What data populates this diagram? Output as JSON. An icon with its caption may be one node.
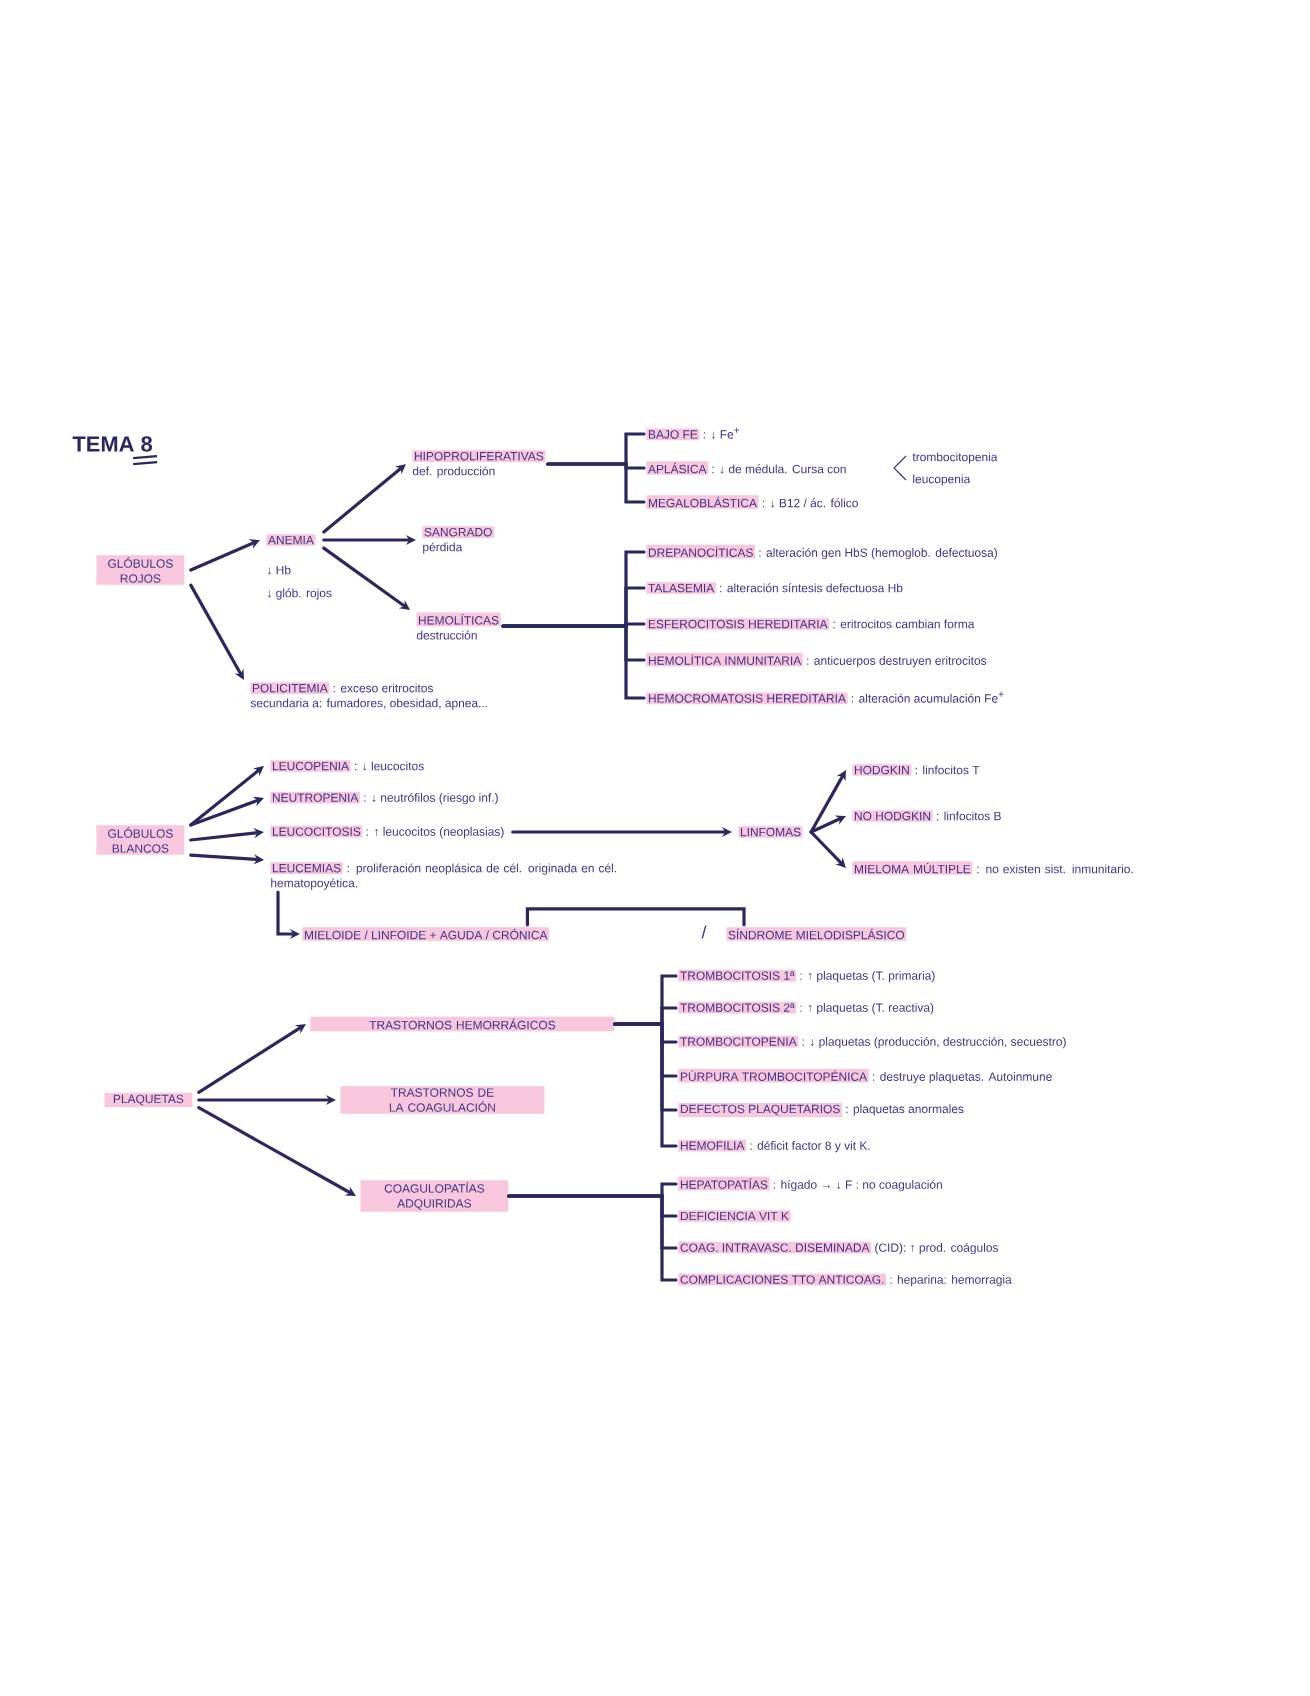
{
  "diagram": {
    "title": "TEMA 8",
    "nodes": [
      {
        "text": [
          "GLÓBULOS ROJOS"
        ]
      },
      {
        "text": [
          "ANEMIA"
        ],
        "beside": [
          "↓ Hb",
          "↓ glób. rojos"
        ]
      },
      {
        "text": [
          "HIPOPROLIFERATIVAS",
          "def. producción"
        ]
      },
      {
        "text": [
          "SANGRADO",
          "pérdida"
        ]
      },
      {
        "text": [
          "HEMOLÍTICAS",
          "destrucción"
        ]
      },
      {
        "text": [
          "POLICITEMIA",
          ": exceso eritrocitos",
          "secundaria a: fumadores, obesidad, apnea..."
        ]
      },
      {
        "text": [
          "BAJO FE",
          ": ↓ Fe$^{+}$"
        ]
      },
      {
        "text": [
          "APLÁSICA",
          ": ↓ de médula. Cursa con"
        ],
        "beside": [
          "trombocitopenia",
          "leucopenia"
        ]
      },
      {
        "text": [
          "MEGALOBLÁSTICA",
          ": ↓ B12 / ác. fólico"
        ]
      },
      {
        "text": [
          "DREPANOCÍTICAS",
          ": alteración gen HbS (hemoglob. defectuosa)"
        ]
      },
      {
        "text": [
          "TALASEMIA",
          ": alteración síntesis defectuosa Hb"
        ]
      },
      {
        "text": [
          "ESFEROCITOSIS HEREDITARIA",
          ": eritrocitos cambian forma"
        ]
      },
      {
        "text": [
          "HEMOLÍTICA INMUNITARIA",
          ": anticuerpos destruyen eritrocitos"
        ]
      },
      {
        "text": [
          "HEMOCROMATOSIS HEREDITARIA",
          ": alteración acumulación Fe$^{+}$"
        ]
      },
      {
        "text": [
          "GLÓBULOS BLANCOS"
        ]
      },
      {
        "text": [
          "LEUCOPENIA",
          ": ↓ leucocitos"
        ]
      },
      {
        "text": [
          "NEUTROPENIA",
          ": ↓ neutrófilos (riesgo inf.)"
        ]
      },
      {
        "text": [
          "LEUCOCITOSIS",
          ": ↑ leucocitos (neoplasias)"
        ]
      },
      {
        "text": [
          "LEUCEMIAS",
          ": proliferación neoplásica de cél. originada en cél. hematopoyética."
        ]
      },
      {
        "text": [
          "MIELOIDE / LINFOIDE + AGUDA / CRÓNICA"
        ]
      },
      {
        "text": [
          "SÍNDROME MIELODISPLÁSICO"
        ]
      },
      {
        "text": [
          "LINFOMAS"
        ]
      },
      {
        "text": [
          "HODGKIN",
          ": linfocitos T"
        ]
      },
      {
        "text": [
          "NO HODGKIN",
          ": linfocitos B"
        ]
      },
      {
        "text": [
          "MIELOMA MÚLTIPLE",
          ": no existen sist. inmunitario."
        ]
      },
      {
        "text": [
          "PLAQUETAS"
        ]
      },
      {
        "text": [
          "TRASTORNOS HEMORRÁGICOS"
        ]
      },
      {
        "text": [
          "TRASTORNOS DE LA COAGULACIÓN"
        ]
      },
      {
        "text": [
          "COAGULOPATÍAS ADQUIRIDAS"
        ]
      },
      {
        "text": [
          "TROMBOCITOSIS 1ª",
          ": ↑ plaquetas (T. primaria)"
        ]
      },
      {
        "text": [
          "TROMBOCITOSIS 2ª",
          ": ↑ plaquetas (T. reactiva)"
        ]
      },
      {
        "text": [
          "TROMBOCITOPENIA",
          ": ↓ plaquetas (producción, destrucción, secuestro)"
        ]
      },
      {
        "text": [
          "PÚRPURA TROMBOCITOPÉNICA",
          ": destruye plaquetas. Autoinmune"
        ]
      },
      {
        "text": [
          "DEFECTOS PLAQUETARIOS",
          ": plaquetas anormales"
        ]
      },
      {
        "text": [
          "HEMOFILIA",
          ": déficit factor 8 y vit K."
        ]
      },
      {
        "text": [
          "HEPATOPATÍAS",
          ": hígado → ↓ F : no coagulación"
        ]
      },
      {
        "text": [
          "DEFICIENCIA VIT K"
        ]
      },
      {
        "text": [
          "COAG. INTRAVASC. DISEMINADA",
          "(CID): ↑ prod. coágulos"
        ]
      },
      {
        "text": [
          "COMPLICACIONES TTO ANTICOAG.",
          ": heparina: hemorragia"
        ]
      }
    ],
    "edges": [
      {
        "from": 0,
        "to": 1,
        "arrow": "to"
      },
      {
        "from": 0,
        "to": 5,
        "arrow": "to"
      },
      {
        "from": 1,
        "to": 2,
        "arrow": "to"
      },
      {
        "from": 1,
        "to": 3,
        "arrow": "to"
      },
      {
        "from": 1,
        "to": 4,
        "arrow": "to"
      },
      {
        "from": 2,
        "to": 6,
        "arrow": "none"
      },
      {
        "from": 2,
        "to": 7,
        "arrow": "none"
      },
      {
        "from": 2,
        "to": 8,
        "arrow": "none"
      },
      {
        "from": 4,
        "to": 9,
        "arrow": "none"
      },
      {
        "from": 4,
        "to": 10,
        "arrow": "none"
      },
      {
        "from": 4,
        "to": 11,
        "arrow": "none"
      },
      {
        "from": 4,
        "to": 12,
        "arrow": "none"
      },
      {
        "from": 4,
        "to": 13,
        "arrow": "none"
      },
      {
        "from": 14,
        "to": 15,
        "arrow": "to"
      },
      {
        "from": 14,
        "to": 16,
        "arrow": "to"
      },
      {
        "from": 14,
        "to": 17,
        "arrow": "to"
      },
      {
        "from": 14,
        "to": 18,
        "arrow": "to"
      },
      {
        "from": 17,
        "to": 21,
        "arrow": "to"
      },
      {
        "from": 18,
        "to": 19,
        "arrow": "to"
      },
      {
        "from": 19,
        "to": 20,
        "arrow": "none"
      },
      {
        "from": 21,
        "to": 22,
        "arrow": "to"
      },
      {
        "from": 21,
        "to": 23,
        "arrow": "to"
      },
      {
        "from": 21,
        "to": 24,
        "arrow": "to"
      },
      {
        "from": 25,
        "to": 26,
        "arrow": "to"
      },
      {
        "from": 25,
        "to": 27,
        "arrow": "to"
      },
      {
        "from": 25,
        "to": 28,
        "arrow": "to"
      },
      {
        "from": 26,
        "to": 29,
        "arrow": "none"
      },
      {
        "from": 26,
        "to": 30,
        "arrow": "none"
      },
      {
        "from": 26,
        "to": 31,
        "arrow": "none"
      },
      {
        "from": 26,
        "to": 32,
        "arrow": "none"
      },
      {
        "from": 26,
        "to": 33,
        "arrow": "none"
      },
      {
        "from": 26,
        "to": 34,
        "arrow": "none"
      },
      {
        "from": 28,
        "to": 35,
        "arrow": "none"
      },
      {
        "from": 28,
        "to": 36,
        "arrow": "none"
      },
      {
        "from": 28,
        "to": 37,
        "arrow": "none"
      },
      {
        "from": 28,
        "to": 38,
        "arrow": "none"
      }
    ],
    "labels": [
      "/"
    ]
  }
}
